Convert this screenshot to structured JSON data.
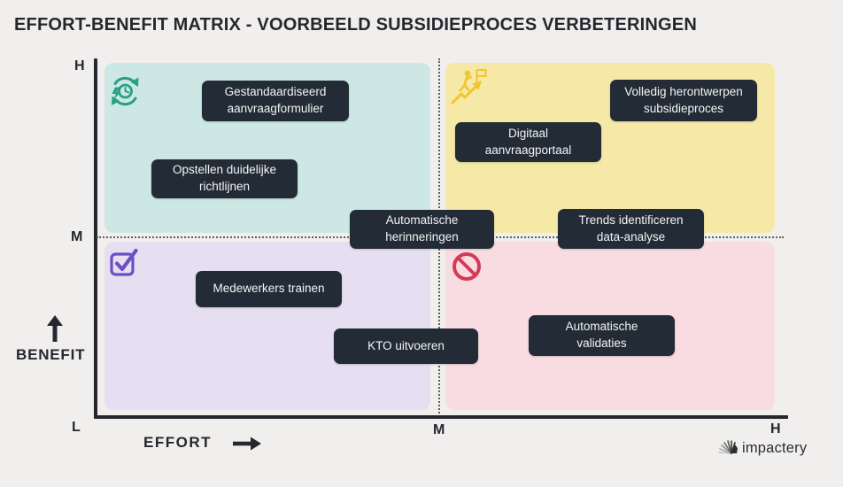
{
  "title": "EFFORT-BENEFIT MATRIX - VOORBEELD SUBSIDIEPROCES VERBETERINGEN",
  "axes": {
    "y": {
      "label": "BENEFIT",
      "ticks": {
        "high": "H",
        "mid": "M",
        "low": "L"
      }
    },
    "x": {
      "label": "EFFORT",
      "ticks": {
        "mid": "M",
        "high": "H"
      }
    }
  },
  "matrix": {
    "quadrants": [
      {
        "name": "top-left",
        "effort": "low",
        "benefit": "high",
        "color": "#cde8e4",
        "icon": "refresh-clock-icon",
        "icon_color": "#29a086",
        "items": [
          {
            "label": "Gestandaardiseerd\naanvraagformulier"
          },
          {
            "label": "Opstellen duidelijke\nrichtlijnen"
          }
        ]
      },
      {
        "name": "top-right",
        "effort": "high",
        "benefit": "high",
        "color": "#f6e9a7",
        "icon": "climber-flag-icon",
        "icon_color": "#f2c52d",
        "items": [
          {
            "label": "Volledig herontwerpen\nsubsidieproces"
          },
          {
            "label": "Digitaal\naanvraagportaal"
          }
        ]
      },
      {
        "name": "bottom-left",
        "effort": "low",
        "benefit": "low",
        "color": "#e5dff1",
        "icon": "checkbox-icon",
        "icon_color": "#6b4fc4",
        "items": [
          {
            "label": "Medewerkers trainen"
          },
          {
            "label": "KTO uitvoeren"
          }
        ]
      },
      {
        "name": "bottom-right",
        "effort": "high",
        "benefit": "low",
        "color": "#f8dce2",
        "icon": "prohibition-icon",
        "icon_color": "#d43a58",
        "items": [
          {
            "label": "Automatische\nvalidaties"
          }
        ]
      }
    ],
    "midline_items": [
      {
        "label": "Automatische\nherinneringen",
        "position": "center"
      },
      {
        "label": "Trends identificeren\ndata-analyse",
        "position": "right-of-center"
      }
    ]
  },
  "item_style": {
    "background": "#232c36",
    "text_color": "#f3f4f6"
  },
  "logo": {
    "text": "impactery",
    "icon": "fan-rays-icon"
  }
}
